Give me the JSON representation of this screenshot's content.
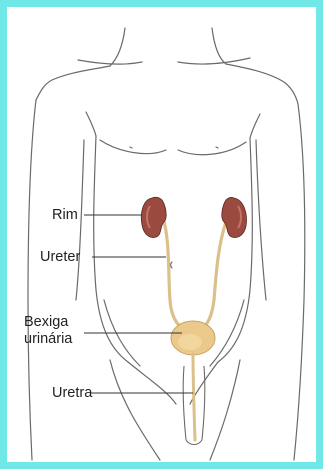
{
  "frame": {
    "border_color": "#70e8e8"
  },
  "colors": {
    "outline": "#6a6a6a",
    "kidney_fill": "#9b4a3f",
    "kidney_highlight": "#c27466",
    "tube": "#dcc08a",
    "bladder_fill": "#eac98b",
    "bladder_edge": "#c9a260",
    "leader": "#333333"
  },
  "labels": {
    "kidney": "Rim",
    "ureter": "Ureter",
    "bladder_line1": "Bexiga",
    "bladder_line2": "urinária",
    "urethra": "Uretra"
  }
}
